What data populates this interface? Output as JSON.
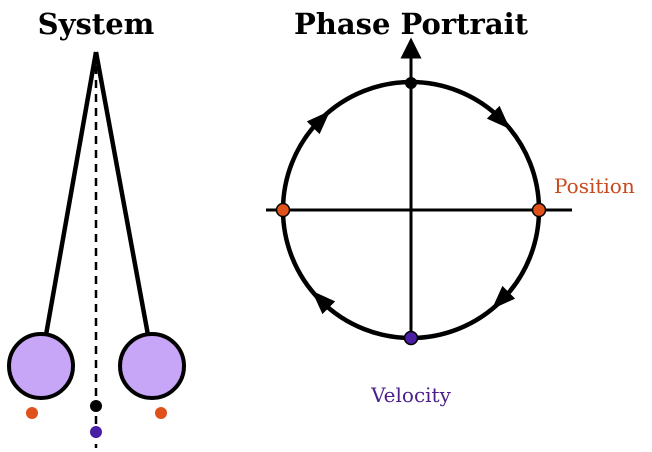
{
  "system": {
    "title": "System"
  },
  "phase_portrait": {
    "title": "Phase Portrait",
    "x_axis_label": "Position",
    "y_axis_label": "Velocity"
  },
  "colors": {
    "bob_fill": "#c7a5f7",
    "position_dot": "#e0511c",
    "velocity_dot": "#4a1fa3",
    "neutral_dot": "#000000",
    "position_label": "#c84a1c",
    "velocity_label": "#4a1f8a"
  }
}
